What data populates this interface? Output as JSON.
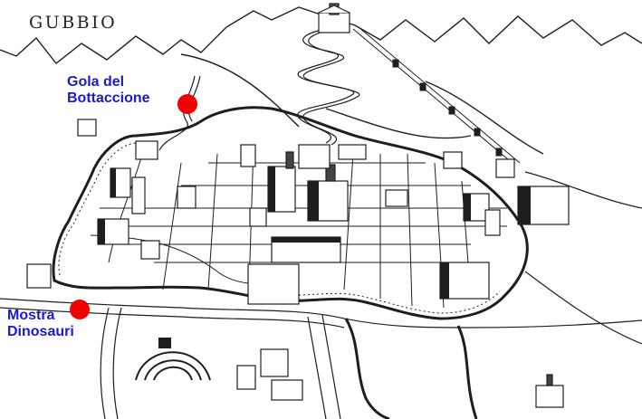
{
  "map": {
    "title": "GUBBIO",
    "colors": {
      "ink": "#1e1e1e",
      "marker": "#f00000",
      "label": "#1a1acc"
    }
  },
  "points_of_interest": [
    {
      "id": "gola",
      "lines": [
        "Gola del",
        "Bottaccione"
      ],
      "marker_icon": "red-dot-icon"
    },
    {
      "id": "mostra",
      "lines": [
        "Mostra",
        "Dinosauri"
      ],
      "marker_icon": "red-dot-icon"
    }
  ]
}
